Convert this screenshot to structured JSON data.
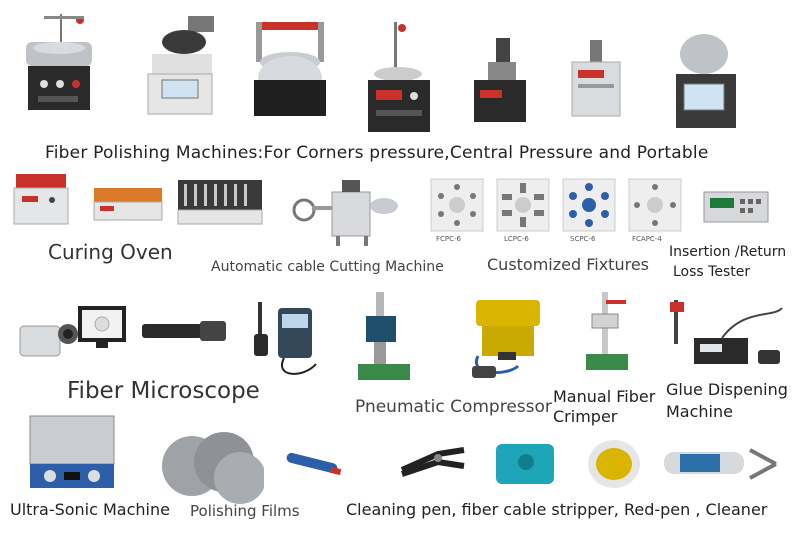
{
  "rows": {
    "row1_caption": "Fiber Polishing Machines:For Corners pressure,Central Pressure  and Portable",
    "curing_oven": "Curing Oven",
    "cable_cutting": "Automatic cable Cutting Machine",
    "fixtures": "Customized Fixtures",
    "fixture_codes": [
      "FCPC-6",
      "LCPC-6",
      "SCPC-6",
      "FCAPC-4"
    ],
    "insertion_tester_l1": "Insertion /Return",
    "insertion_tester_l2": "Loss Tester",
    "microscope": "Fiber Microscope",
    "pneumatic": "Pneumatic Compressor",
    "crimper_l1": "Manual Fiber",
    "crimper_l2": "Crimper",
    "glue_l1": "Glue Dispening",
    "glue_l2": "Machine",
    "ultrasonic": "Ultra-Sonic Machine",
    "films": "Polishing Films",
    "bottom_line": "Cleaning pen,  fiber cable stripper, Red-pen , Cleaner"
  },
  "colors": {
    "machine_dark": "#2a2a2a",
    "metal": "#bfc3c7",
    "red": "#c8322b",
    "teal": "#1ea5b8",
    "yellow": "#d9b400",
    "green": "#3a8a4a",
    "film_gray": "#9fa3a8"
  }
}
